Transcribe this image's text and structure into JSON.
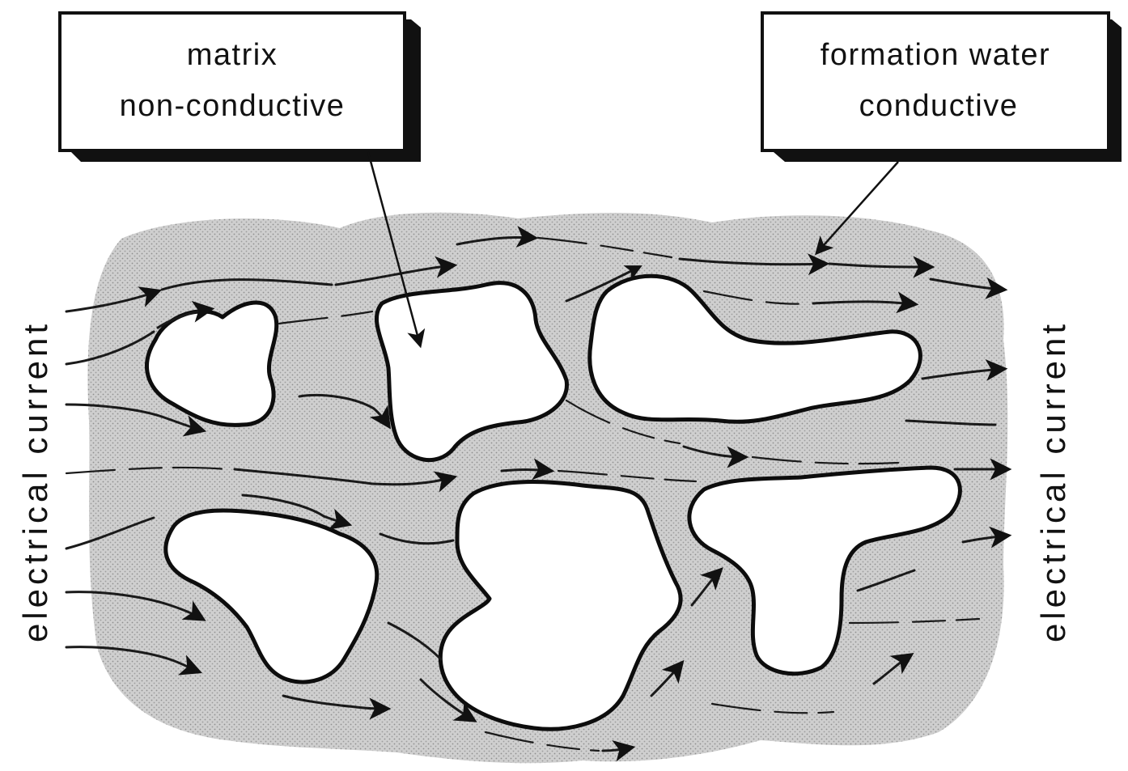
{
  "labels": {
    "matrix_line1": "matrix",
    "matrix_line2": "non-conductive",
    "water_line1": "formation water",
    "water_line2": "conductive",
    "left_side": "electrical current",
    "right_side": "electrical current"
  },
  "colors": {
    "water_fill": "#c9c9c9",
    "grain_fill": "#ffffff",
    "ink": "#111111"
  }
}
